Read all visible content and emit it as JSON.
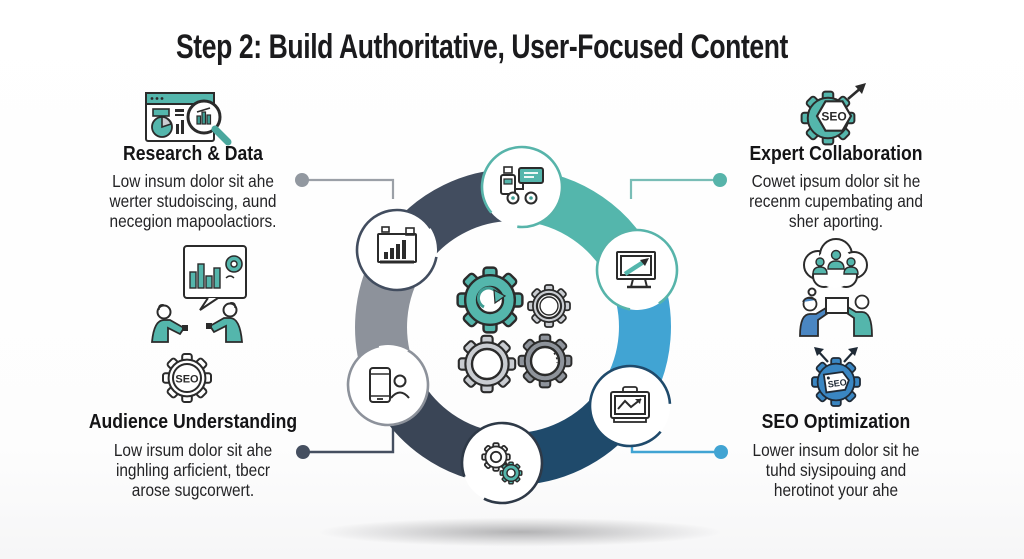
{
  "title": "Step 2: Build Authoritative, User-Focused Content",
  "sections": {
    "research": {
      "heading": "Research & Data",
      "lines": [
        "Low insum dolor sit ahe",
        "werter studoiscing, aund",
        "necegion mapoolactiors."
      ]
    },
    "expert": {
      "heading": "Expert Collaboration",
      "lines": [
        "Cowet ipsum dolor sit he",
        "recenm cupembating and",
        "sher aporting."
      ]
    },
    "audience": {
      "heading": "Audience Understanding",
      "lines": [
        "Low irsum dolor sit ahe",
        "inghling arficient, tbecr",
        "arose sugcorwert."
      ]
    },
    "seo": {
      "heading": "SEO Optimization",
      "lines": [
        "Lower insum dolor sit he",
        "tuhd siysipouing and",
        "herotinot your ahe"
      ]
    }
  },
  "icon_labels": {
    "seo_outline_gear": "SEO",
    "seo_hex_gear": "SEO",
    "seo_tag_gear": "SEO"
  },
  "diagram": {
    "ring_segments": [
      {
        "position": "top-right",
        "color": "#54b6ac"
      },
      {
        "position": "right",
        "color": "#41a4d3"
      },
      {
        "position": "bottom-right",
        "color": "#1f4a6b"
      },
      {
        "position": "bottom-left",
        "color": "#3a4556"
      },
      {
        "position": "left",
        "color": "#8d929b"
      },
      {
        "position": "top-left",
        "color": "#424d5f"
      }
    ],
    "node_icons": [
      "bar-chart-board",
      "chat-robot",
      "monitor-growth",
      "presentation-chart",
      "double-gears",
      "phone-user"
    ],
    "center": "four-gears"
  },
  "colors": {
    "teal": "#54b6ac",
    "light_blue": "#41a4d3",
    "navy": "#1f4a6b",
    "slate": "#424d5f",
    "slate_dark": "#3a4556",
    "gray": "#8d929b",
    "blue": "#3a86c2",
    "gear_light": "#c9ccd1",
    "gear_dark": "#8e939b",
    "text_dark": "#1b1b1d"
  }
}
